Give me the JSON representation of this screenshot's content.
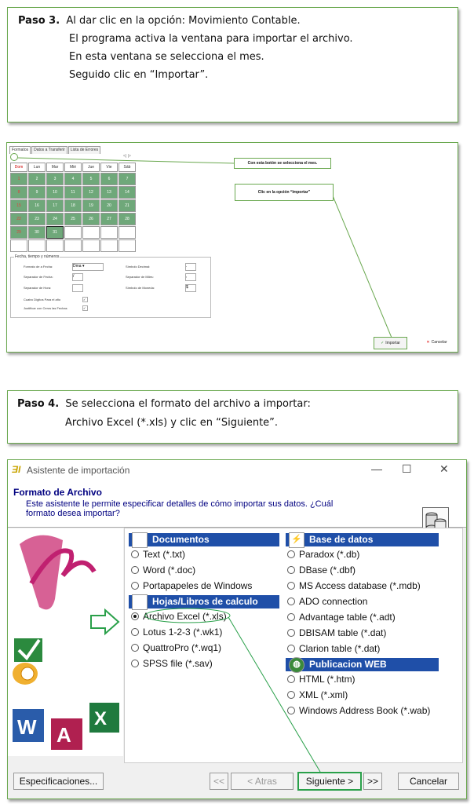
{
  "step3": {
    "label": "Paso 3.",
    "line1": "Al dar clic en la opción: Movimiento Contable.",
    "line2": "El programa activa la ventana para importar el archivo.",
    "line3": "En esta ventana se selecciona el mes.",
    "line4": "Seguido clic en “Importar”."
  },
  "shot1": {
    "tabs": [
      "Formatos",
      "Datos a Transferir",
      "Lista de Errores"
    ],
    "nav": "<|  |>",
    "days": [
      "Dom",
      "Lun",
      "Mar",
      "Mié",
      "Jue",
      "Vie",
      "Sáb"
    ],
    "weeks": [
      [
        "1",
        "2",
        "3",
        "4",
        "5",
        "6",
        "7"
      ],
      [
        "8",
        "9",
        "10",
        "11",
        "12",
        "13",
        "14"
      ],
      [
        "15",
        "16",
        "17",
        "18",
        "19",
        "20",
        "21"
      ],
      [
        "22",
        "23",
        "24",
        "25",
        "26",
        "27",
        "28"
      ],
      [
        "29",
        "30",
        "31",
        "",
        "",
        "",
        ""
      ]
    ],
    "annotation_month": "Con esta botón se selecciona el mes.",
    "annotation_import": "Clic en la opción “Importar”",
    "fieldset_title": "Fecha, tiempo y números",
    "labels": {
      "date_format": "Formato de a Fecha:",
      "date_sep": "Separador de Fecha:",
      "time_sep": "Separador de Hora:",
      "four_digits": "Cuatro Dígitos Para el año",
      "justify": "Justificar con Ceros las Fechas",
      "decimal": "Símbolo Decimal:",
      "thousands": "Separador de Miles:",
      "currency": "Símbolo de Moneda:"
    },
    "values": {
      "date_format": "Dma",
      "date_sep": "/",
      "decimal": ".",
      "thousands": ",",
      "currency": "$"
    },
    "import_btn": "Importar",
    "cancel_btn": "Cancelar"
  },
  "step4": {
    "label": "Paso 4.",
    "line1": "Se selecciona el formato del archivo a importar:",
    "line2": "Archivo Excel (*.xls)  y clic en “Siguiente”."
  },
  "dialog": {
    "title": "Asistente de importación",
    "header_title": "Formato de Archivo",
    "header_desc": "Este asistente le permite especificar detalles de cómo importar sus datos. ¿Cuál formato desea importar?",
    "sections": {
      "docs": "Documentos",
      "sheets": "Hojas/Libros de calculo",
      "db": "Base de datos",
      "web": "Publicacion WEB"
    },
    "docs_opts": [
      "Text (*.txt)",
      "Word (*.doc)",
      "Portapapeles de Windows"
    ],
    "sheets_opts": [
      "Archivo Excel (*.xls)",
      "Lotus 1-2-3 (*.wk1)",
      "QuattroPro (*.wq1)",
      "SPSS file (*.sav)"
    ],
    "db_opts": [
      "Paradox (*.db)",
      "DBase (*.dbf)",
      "MS Access database (*.mdb)",
      "ADO connection",
      "Advantage table (*.adt)",
      "DBISAM table (*.dat)",
      "Clarion table (*.dat)"
    ],
    "web_opts": [
      "HTML (*.htm)",
      "XML (*.xml)",
      "Windows Address Book (*.wab)"
    ],
    "selected": "Archivo Excel (*.xls)",
    "buttons": {
      "specs": "Especificaciones...",
      "first": "<<",
      "back": "< Atras",
      "next": "Siguiente >",
      "last": ">>",
      "cancel": "Cancelar"
    }
  },
  "colors": {
    "accent_green": "#6aa84f",
    "calendar_green": "#6fa87a",
    "section_blue": "#1f4fa8",
    "header_navy": "#000080"
  }
}
